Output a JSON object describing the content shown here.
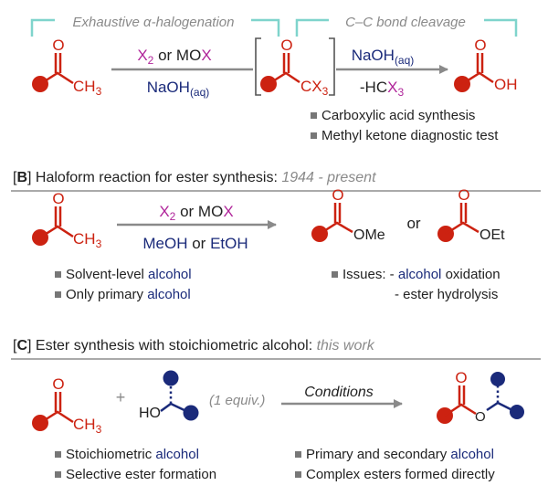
{
  "section_a": {
    "bracket_left_label": "Exhaustive α-halogenation",
    "bracket_right_label": "C–C bond cleavage",
    "reagent1_X2": "X",
    "reagent1_sub": "2",
    "reagent1_or": " or MO",
    "reagent1_X": "X",
    "reagent2_base": "NaOH",
    "reagent2_sub": "(aq)",
    "reagent3_base": "NaOH",
    "reagent3_sub": "(aq)",
    "reagent4_pre": "-HC",
    "reagent4_X": "X",
    "reagent4_sub": "3",
    "ketone_O": "O",
    "ketone_CH3": "CH",
    "ketone_CH3_sub": "3",
    "intermediate_O": "O",
    "intermediate_CX3": "CX",
    "intermediate_CX3_sub": "3",
    "acid_O": "O",
    "acid_OH": "OH",
    "bullet1": "Carboxylic acid synthesis",
    "bullet2": "Methyl ketone diagnostic test"
  },
  "section_b": {
    "tag": "B",
    "title": "Haloform reaction for ester synthesis: ",
    "title_italic": "1944 - present",
    "reagent1_X": "X",
    "reagent1_sub": "2",
    "reagent1_or": " or MO",
    "reagent1_X2": "X",
    "reagent2_a": "MeOH",
    "reagent2_or": " or ",
    "reagent2_b": "EtOH",
    "ketone_O": "O",
    "ketone_CH3": "CH",
    "ketone_CH3_sub": "3",
    "ester1_O": "O",
    "ester1_OMe": "OMe",
    "or_label": "or",
    "ester2_O": "O",
    "ester2_OEt": "OEt",
    "bullet1_a": "Solvent-level ",
    "bullet1_b": "alcohol",
    "bullet2_a": "Only primary ",
    "bullet2_b": "alcohol",
    "issues_a": "Issues: - ",
    "issues_b": "alcohol",
    "issues_c": " oxidation",
    "issues_line2": "- ester hydrolysis"
  },
  "section_c": {
    "tag": "C",
    "title": "Ester synthesis with stoichiometric alcohol: ",
    "title_italic": "this work",
    "ketone_O": "O",
    "ketone_CH3": "CH",
    "ketone_CH3_sub": "3",
    "plus": "+",
    "alcohol_HO": "HO",
    "equiv_label": "(1 equiv.)",
    "arrow_label": "Conditions",
    "ester_O_top": "O",
    "ester_O_mid": "O",
    "bullet1_a": "Stoichiometric ",
    "bullet1_b": "alcohol",
    "bullet2": "Selective ester formation",
    "bullet3_a": "Primary and secondary ",
    "bullet3_b": "alcohol",
    "bullet4": "Complex esters formed directly"
  },
  "colors": {
    "red": "#cc2211",
    "blue": "#1a2a7a",
    "magenta": "#b0259a",
    "teal": "#7fd4cc",
    "gray": "#8a8a8a"
  }
}
